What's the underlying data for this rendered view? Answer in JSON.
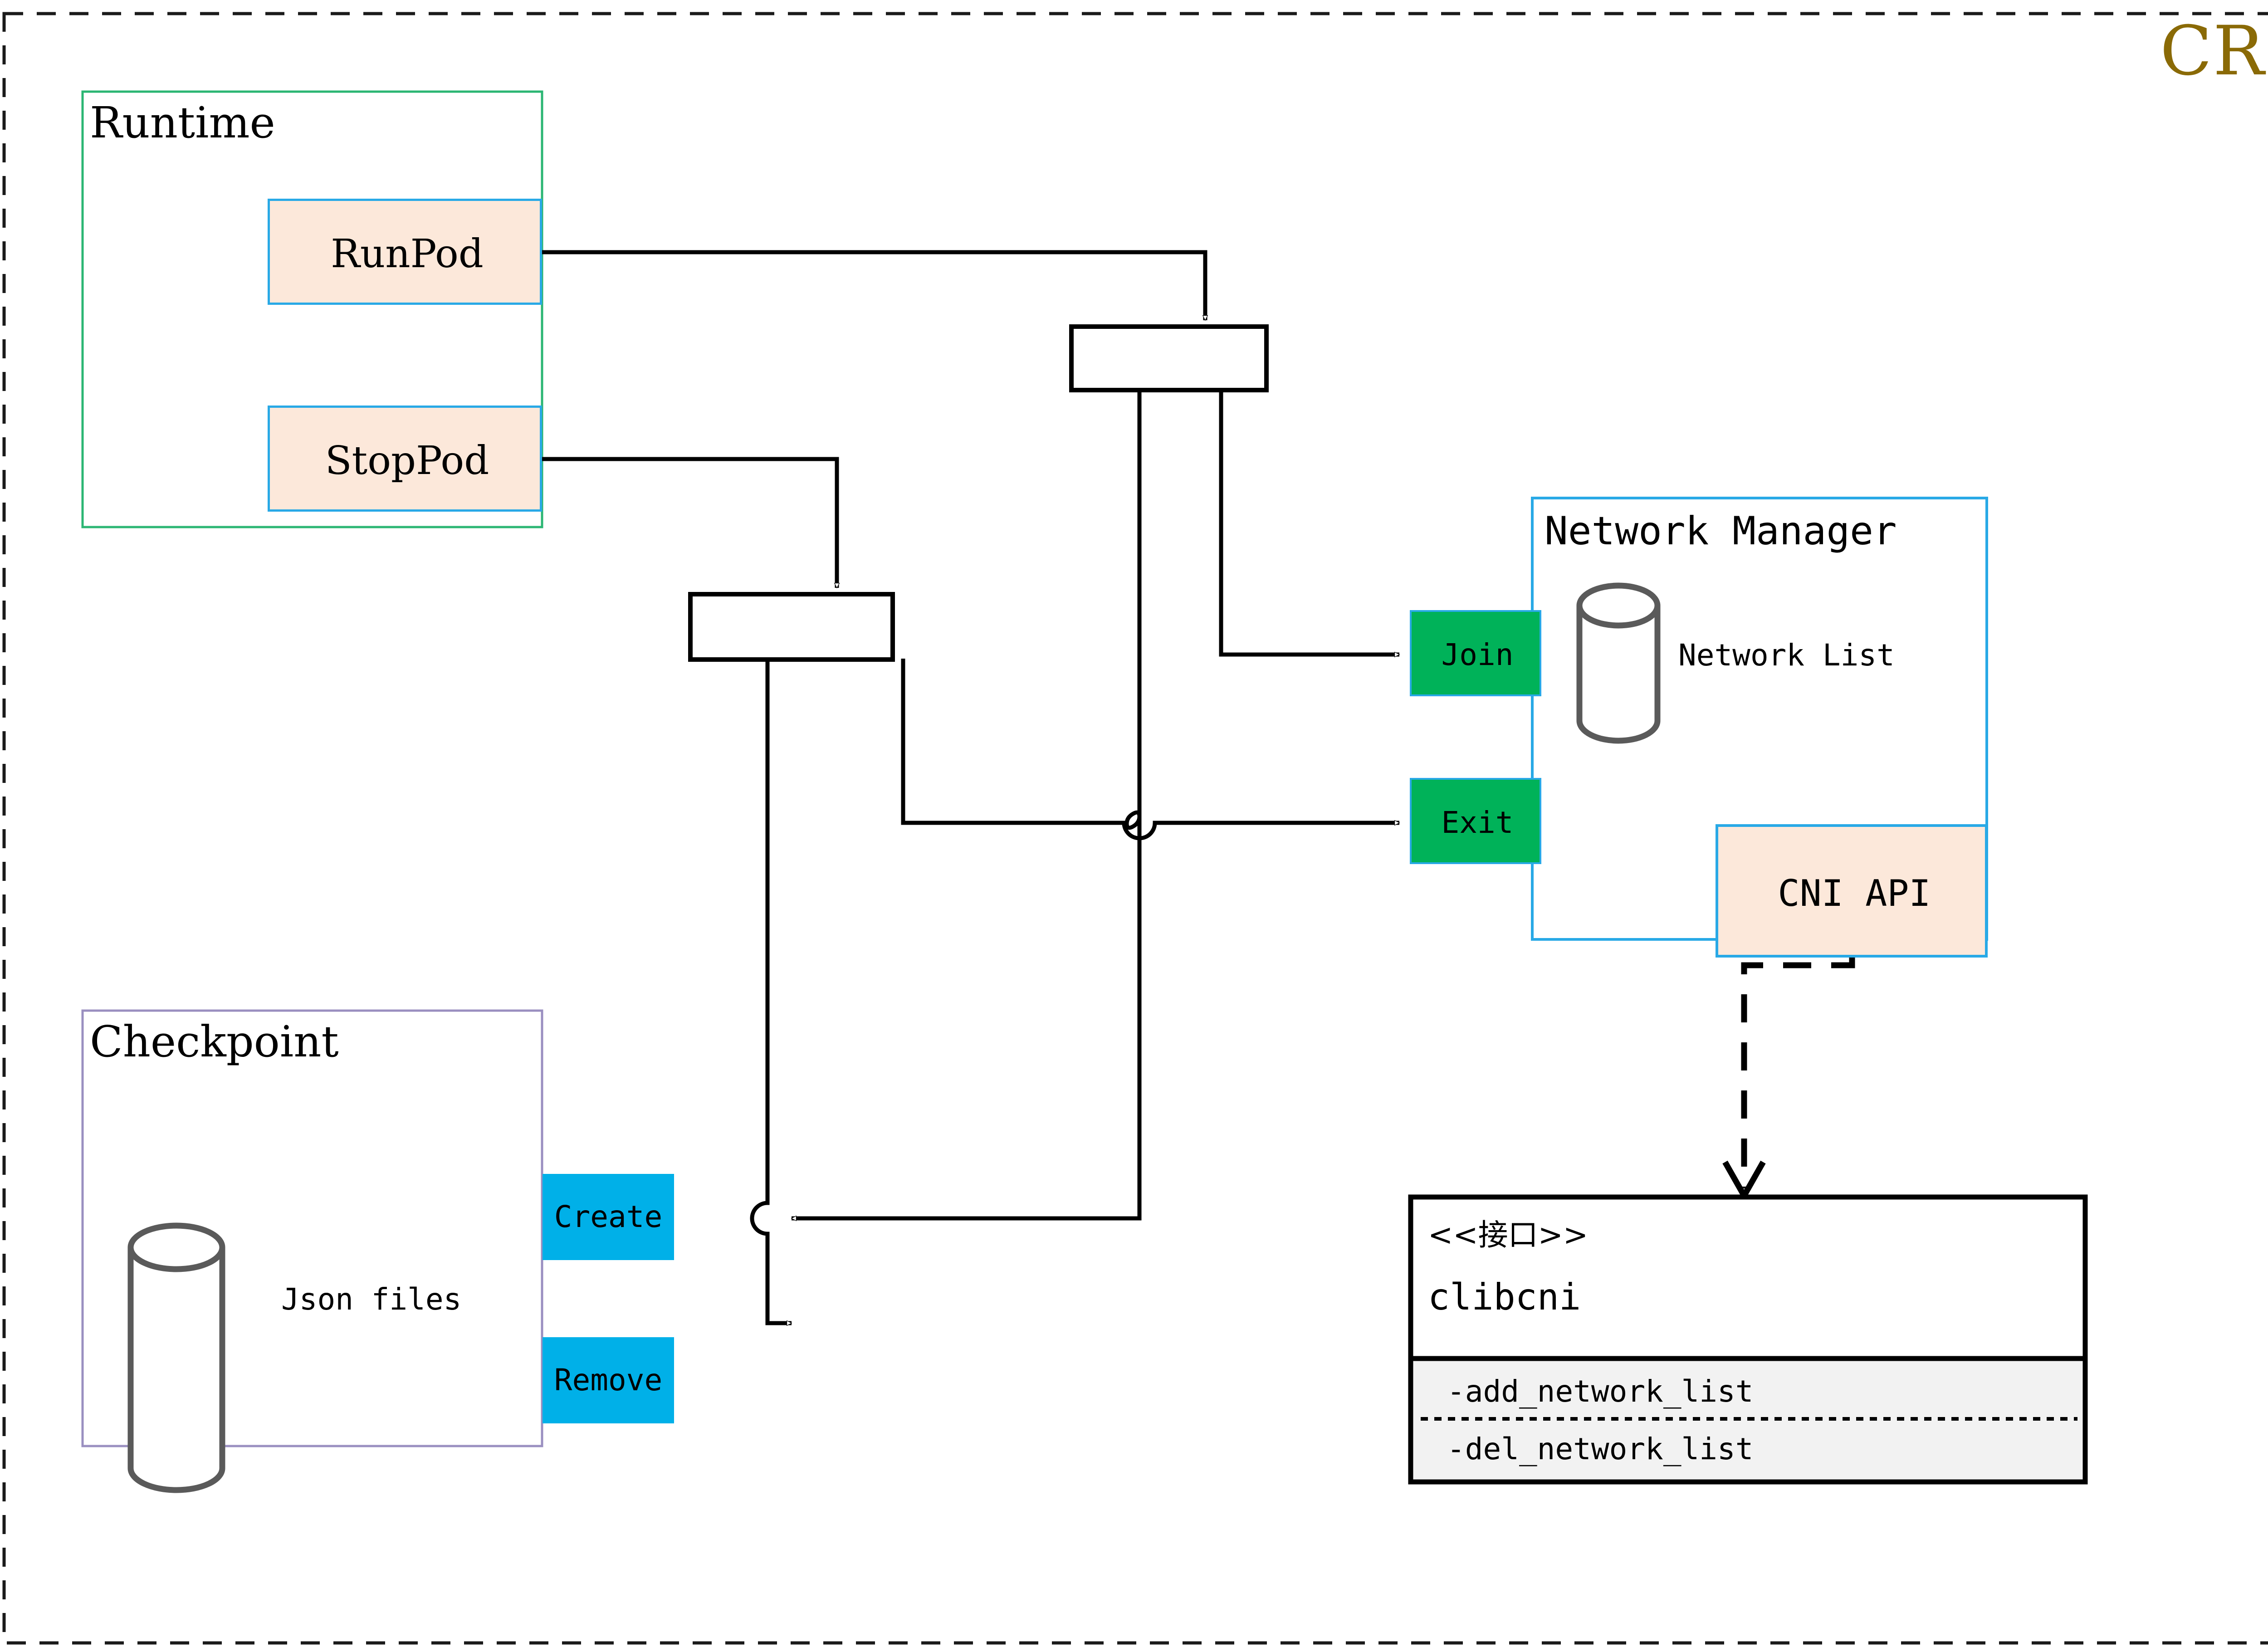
{
  "diagram": {
    "title": "CRI",
    "title_color": "#8a6a06",
    "frame": {
      "style": "dashed",
      "color": "#1a1a1a"
    }
  },
  "palette": {
    "peach_fill": "#fce8da",
    "blue_border": "#29a9e6",
    "green_border": "#2bb673",
    "purple_border": "#9a8fc0",
    "green_fill": "#00b259",
    "cyan_fill": "#00b0e8",
    "cylinder_stroke": "#5a5a5a",
    "line_color": "#000000",
    "method_band": "#f2f2f2"
  },
  "runtime": {
    "title": "Runtime",
    "methods": [
      {
        "label": "RunPod",
        "fill": "#fce8da",
        "border": "#29a9e6"
      },
      {
        "label": "StopPod",
        "fill": "#fce8da",
        "border": "#29a9e6"
      }
    ]
  },
  "checkpoint": {
    "title": "Checkpoint",
    "store_label": "Json files",
    "actions": [
      {
        "label": "Create",
        "fill": "#00b0e8"
      },
      {
        "label": "Remove",
        "fill": "#00b0e8"
      }
    ]
  },
  "network_manager": {
    "title": "Network Manager",
    "store_label": "Network List",
    "actions": [
      {
        "label": "Join",
        "fill": "#00b259"
      },
      {
        "label": "Exit",
        "fill": "#00b259"
      }
    ],
    "api_box": {
      "label": "CNI API",
      "fill": "#fce8da",
      "border": "#29a9e6"
    }
  },
  "interface_box": {
    "stereotype": "<<接口>>",
    "name": "clibcni",
    "methods": [
      "-add_network_list",
      "-del_network_list"
    ]
  },
  "connector_bars": [
    {
      "name": "runpod-fork-bar"
    },
    {
      "name": "stoppod-fork-bar"
    }
  ]
}
